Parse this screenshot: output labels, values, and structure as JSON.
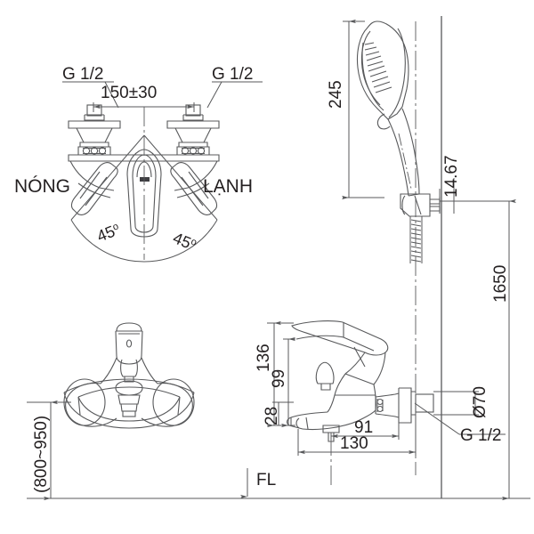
{
  "drawing": {
    "title": "Bathtub Shower Mixer Installation Drawing",
    "line_color": "#58595b",
    "text_color": "#231f20",
    "views": {
      "top_left": "Front view of wall mixer with swivel range",
      "top_right": "Hand shower elevation",
      "bottom_left": "Product front elevation",
      "bottom_right": "Mixer side section view"
    }
  },
  "labels": {
    "inlet_left": "G 1/2",
    "inlet_right": "G 1/2",
    "center_distance": "150±30",
    "hot": "NÓNG",
    "cold": "LẠNH",
    "angle_left": "45",
    "angle_right": "45",
    "degree_sign": "o",
    "shower_height": "245",
    "holder_offset": "14.67",
    "wall_height": "1650",
    "spout_height": "136",
    "body_height": "99",
    "base_height": "28",
    "projection_short": "91",
    "projection_long": "130",
    "flange_dia": "Ø70",
    "outlet_thread": "G 1/2",
    "floor_range": "(800~950)",
    "floor_line": "FL"
  }
}
